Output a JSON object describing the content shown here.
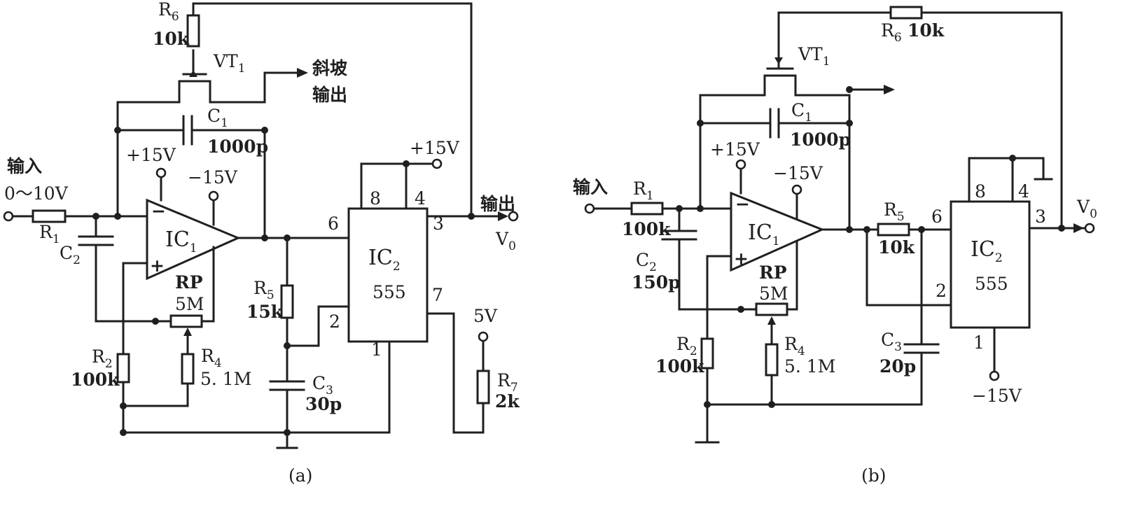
{
  "circuit_a": {
    "caption": "(a)",
    "input_label": "输入",
    "input_range": "0～10V",
    "output_label": "输出",
    "output_node": "V",
    "output_node_sub": "0",
    "ramp_label_line1": "斜坡",
    "ramp_label_line2": "输出",
    "r1": "R",
    "r1_sub": "1",
    "r2": "R",
    "r2_sub": "2",
    "r2_value": "100k",
    "r4": "R",
    "r4_sub": "4",
    "r4_value": "5. 1M",
    "r5": "R",
    "r5_sub": "5",
    "r5_value": "15k",
    "r6": "R",
    "r6_sub": "6",
    "r6_value": "10k",
    "r7": "R",
    "r7_sub": "7",
    "r7_value": "2k",
    "c1": "C",
    "c1_sub": "1",
    "c1_value": "1000p",
    "c2": "C",
    "c2_sub": "2",
    "c3": "C",
    "c3_sub": "3",
    "c3_value": "30p",
    "rp": "RP",
    "rp_value": "5M",
    "vt1": "VT",
    "vt1_sub": "1",
    "ic1": "IC",
    "ic1_sub": "1",
    "ic2": "IC",
    "ic2_sub": "2",
    "ic2_part": "555",
    "vpos": "+15V",
    "vneg": "−15V",
    "vcc_555": "+15V",
    "v5": "5V",
    "minus_sign": "−",
    "plus_sign": "+",
    "pin8": "8",
    "pin4": "4",
    "pin3": "3",
    "pin6": "6",
    "pin2": "2",
    "pin7": "7",
    "pin1": "1"
  },
  "circuit_b": {
    "caption": "(b)",
    "input_label": "输入",
    "output_node": "V",
    "output_node_sub": "0",
    "r1": "R",
    "r1_sub": "1",
    "r1_value": "100k",
    "r2": "R",
    "r2_sub": "2",
    "r2_value": "100k",
    "r4": "R",
    "r4_sub": "4",
    "r4_value": "5. 1M",
    "r5": "R",
    "r5_sub": "5",
    "r5_value": "10k",
    "r6": "R",
    "r6_sub": "6",
    "r6_value": "10k",
    "c1": "C",
    "c1_sub": "1",
    "c1_value": "1000p",
    "c2": "C",
    "c2_sub": "2",
    "c2_value": "150p",
    "c3": "C",
    "c3_sub": "3",
    "c3_value": "20p",
    "rp": "RP",
    "rp_value": "5M",
    "vt1": "VT",
    "vt1_sub": "1",
    "ic1": "IC",
    "ic1_sub": "1",
    "ic2": "IC",
    "ic2_sub": "2",
    "ic2_part": "555",
    "vpos": "+15V",
    "vneg": "−15V",
    "vneg_555": "−15V",
    "minus_sign": "−",
    "plus_sign": "+",
    "pin8": "8",
    "pin4": "4",
    "pin3": "3",
    "pin6": "6",
    "pin2": "2",
    "pin1": "1"
  }
}
